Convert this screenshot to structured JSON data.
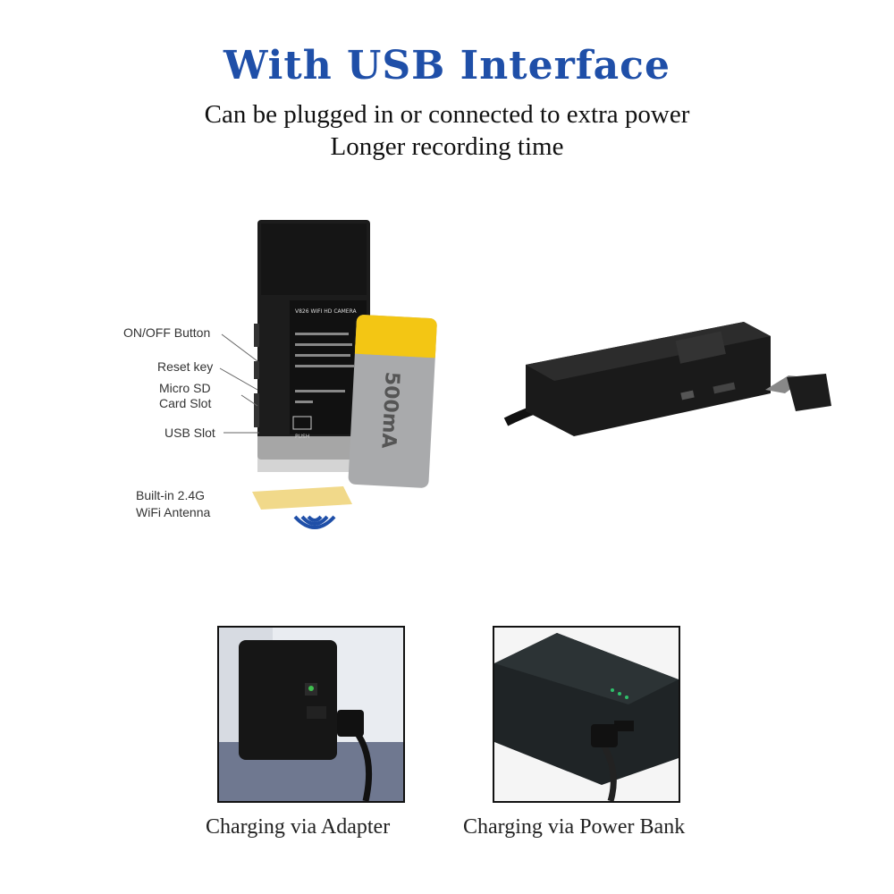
{
  "header": {
    "title": "With USB Interface",
    "line1": "Can be plugged in or connected to extra power",
    "line2": "Longer recording time"
  },
  "device": {
    "labels": {
      "on_off": "ON/OFF Button",
      "reset": "Reset key",
      "micro_sd_1": "Micro SD",
      "micro_sd_2": "Card Slot",
      "usb_slot": "USB Slot",
      "antenna_1": "Built-in 2.4G",
      "antenna_2": "WiFi Antenna"
    },
    "camera_text": "V826 WIFI HD CAMERA",
    "battery_text": "500mA",
    "push_text": "PUSH"
  },
  "charging": {
    "adapter_caption": "Charging via Adapter",
    "powerbank_caption": "Charging via Power Bank"
  },
  "colors": {
    "title": "#1f4fa8",
    "battery_cap": "#f3c614",
    "wifi_icon": "#1f4fa8"
  }
}
